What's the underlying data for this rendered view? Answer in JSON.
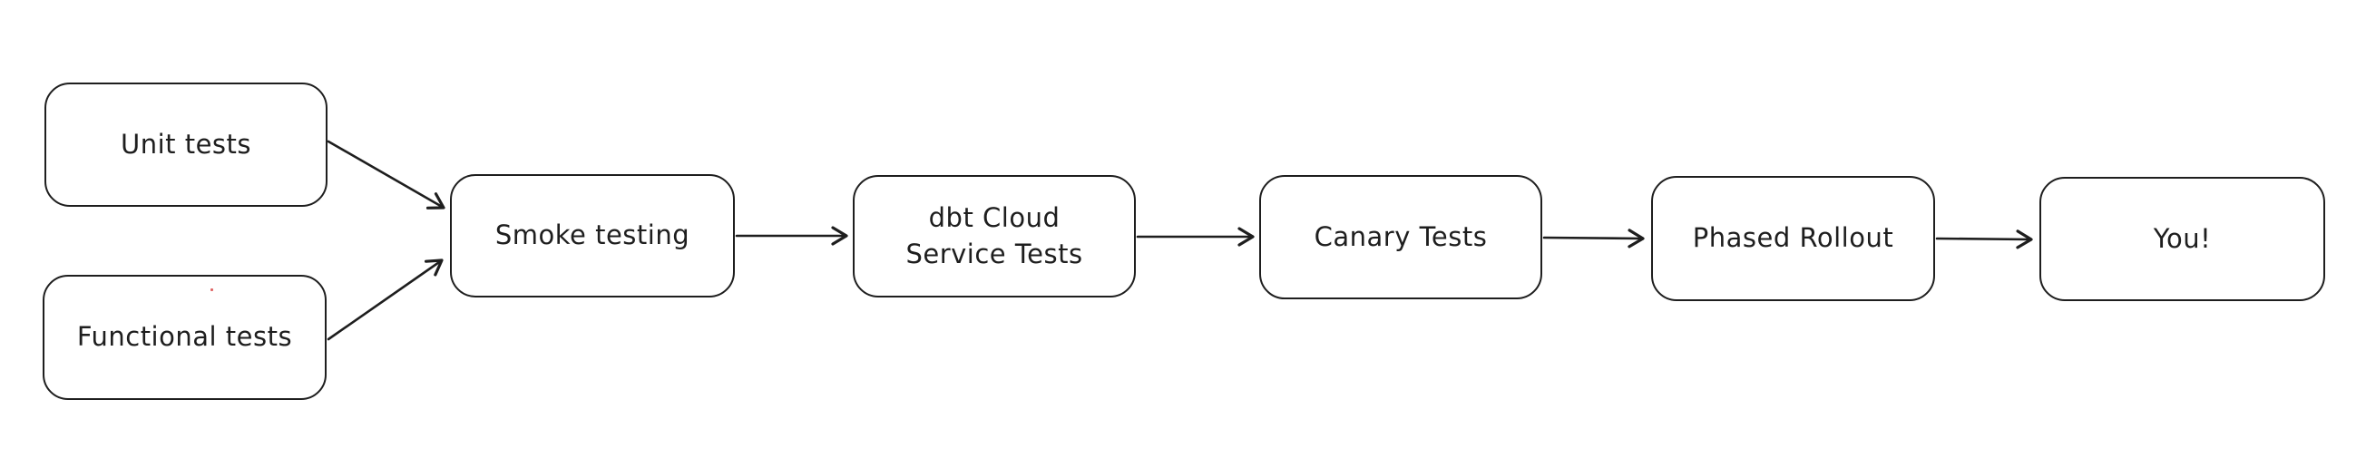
{
  "diagram": {
    "type": "flowchart",
    "direction": "left-to-right",
    "style": "hand-drawn-excalidraw",
    "nodes": [
      {
        "id": "unit-tests",
        "label": "Unit tests"
      },
      {
        "id": "functional-tests",
        "label": "Functional tests"
      },
      {
        "id": "smoke-testing",
        "label": "Smoke testing"
      },
      {
        "id": "dbt-cloud-service-tests",
        "label": "dbt Cloud\nService Tests"
      },
      {
        "id": "canary-tests",
        "label": "Canary Tests"
      },
      {
        "id": "phased-rollout",
        "label": "Phased Rollout"
      },
      {
        "id": "you",
        "label": "You!"
      }
    ],
    "edges": [
      {
        "from": "unit-tests",
        "to": "smoke-testing",
        "arrow": "single-head"
      },
      {
        "from": "functional-tests",
        "to": "smoke-testing",
        "arrow": "single-head"
      },
      {
        "from": "smoke-testing",
        "to": "dbt-cloud-service-tests",
        "arrow": "single-head"
      },
      {
        "from": "dbt-cloud-service-tests",
        "to": "canary-tests",
        "arrow": "single-head"
      },
      {
        "from": "canary-tests",
        "to": "phased-rollout",
        "arrow": "single-head"
      },
      {
        "from": "phased-rollout",
        "to": "you",
        "arrow": "single-head"
      }
    ],
    "colors": {
      "canvas_background": "#ffffff",
      "shape_stroke": "#1e1e1e",
      "text_color": "#1e1e1e",
      "shape_fill": "#ffffff",
      "artifact_dot_color": "#e06666"
    }
  }
}
